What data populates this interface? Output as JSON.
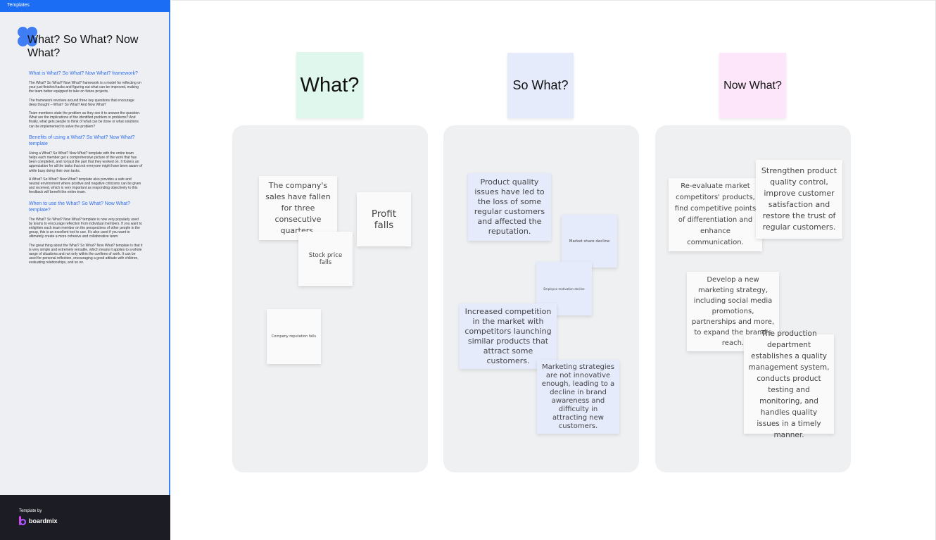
{
  "sidebar": {
    "header_label": "Templates",
    "title": "What? So What? Now What?",
    "sections": [
      {
        "heading": "What is What? So What? Now What? framework?",
        "paragraphs": [
          "The What? So What? Now What? framework is a model for reflecting on your just-finished tasks and figuring out what can be improved, making the team better equipped to take on future projects.",
          "The framework revolves around three key questions that encourage deep thought – What? So What? And Now What?",
          "Team members state the problem as they see it to answer the question. What are the implications of the identified problem or problems? And finally, what gets people to think of what can be done or what solutions can be implemented to solve the problem?"
        ]
      },
      {
        "heading": "Benefits of using a What? So What? Now What? template",
        "paragraphs": [
          "Using a What? So What? Now What? template with the entire team helps each member get a comprehensive picture of the work that has been completed, and not just the part that they worked on. It fosters an appreciation for all the tasks that not everyone might have been aware of while busy doing their own tasks.",
          "A What? So What? Now What? template also provides a safe and neutral environment where positive and negative criticisms can be given and received, which is very important as responding objectively to this feedback will benefit the entire team."
        ]
      },
      {
        "heading": "When to use the What? So What? Now What? template?",
        "paragraphs": [
          "The What? So What? Now What? template is now very popularly used by teams to encourage reflection from individual members. If you want to enlighten each team member on the perspectives of other people in the group, this is an excellent tool to use. It's also used if you want to ultimately create a more cohesive and collaborative team.",
          "The great thing about the What? So What? Now What? template is that it is very simple and extremely versatile, which means it applies to a whole range of situations and not only within the confines of work. It can be used for personal reflection, encouraging a good attitude with children, evaluating relationships, and so on."
        ]
      }
    ],
    "footer": {
      "template_by": "Template by",
      "brand": "boardmix"
    }
  },
  "columns": [
    {
      "title": "What?",
      "color": "#dff7ec"
    },
    {
      "title": "So What?",
      "color": "#e6ebfc"
    },
    {
      "title": "Now What?",
      "color": "#fde6fa"
    }
  ],
  "notes": {
    "what": [
      "The company's sales have fallen for three consecutive quarters.",
      "Profit falls",
      "Stock price falls",
      "Company reputation falls"
    ],
    "so_what": [
      "Product quality issues have led to the loss of some regular customers and affected the reputation.",
      "Market share decline",
      "Employee motivation decline",
      "Increased competition in the market with competitors launching similar products that attract some customers.",
      "Marketing strategies are not innovative enough, leading to a decline in brand awareness and difficulty in attracting new customers."
    ],
    "now_what": [
      "Re-evaluate market competitors' products, find competitive points of differentiation and enhance communication.",
      "Strengthen product quality control, improve customer satisfaction and restore the trust of regular customers.",
      "Develop a new marketing strategy, including social media promotions, partnerships and more, to expand the brand's reach.",
      "The production department establishes a quality management system, conducts product testing and monitoring, and handles quality issues in a timely manner."
    ]
  },
  "colors": {
    "accent": "#1b6ef3",
    "sticky_white": "#fafafa",
    "sticky_blue": "#e6ebfc"
  }
}
